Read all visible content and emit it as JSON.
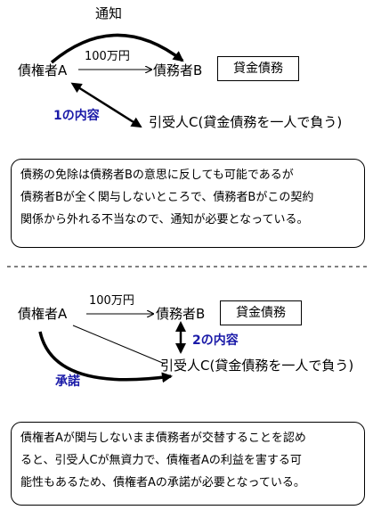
{
  "top": {
    "notice_label": "通知",
    "creditor": "債権者A",
    "amount": "100万円",
    "debtor": "債務者B",
    "debt_box": "貸金債務",
    "content_label": "1の内容",
    "assignee": "引受人C(貸金債務を一人で負う)",
    "note_lines": [
      "債務の免除は債務者Bの意思に反しても可能であるが",
      "債務者Bが全く関与しないところで、債務者Bがこの契約",
      "関係から外れる不当なので、通知が必要となっている。"
    ]
  },
  "bottom": {
    "creditor": "債権者A",
    "amount": "100万円",
    "debtor": "債務者B",
    "debt_box": "貸金債務",
    "content_label": "2の内容",
    "approval_label": "承諾",
    "assignee": "引受人C(貸金債務を一人で負う)",
    "note_lines": [
      "債権者Aが関与しないまま債務者が交替することを認め",
      "ると、引受人Cが無資力で、債権者Aの利益を害する可",
      "能性もあるため、債権者Aの承諾が必要となっている。"
    ]
  },
  "colors": {
    "accent_text": "#1a1aa8",
    "line": "#000000"
  }
}
